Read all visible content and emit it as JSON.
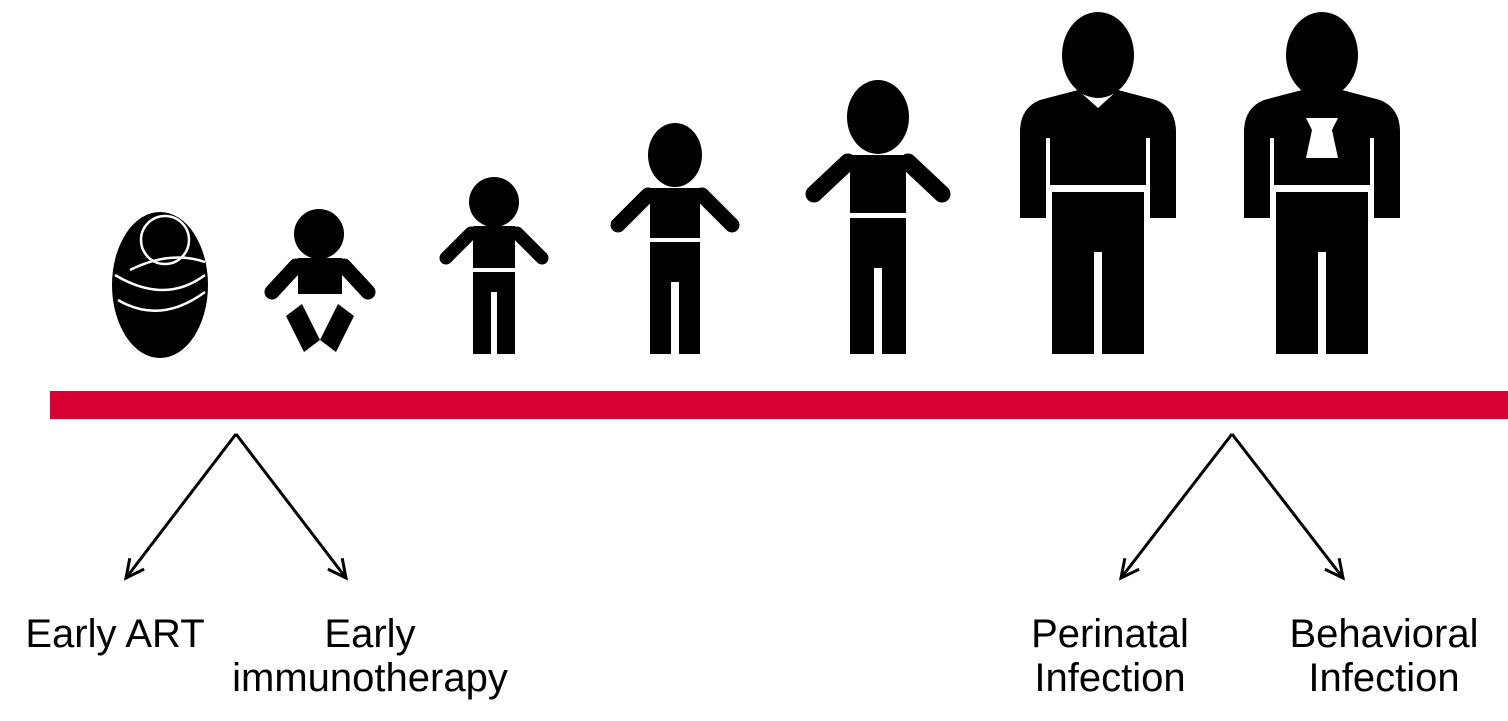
{
  "colors": {
    "timeline": "#d90033",
    "figures": "#000000",
    "background": "#ffffff"
  },
  "figures": [
    {
      "name": "swaddled-newborn-icon"
    },
    {
      "name": "baby-icon"
    },
    {
      "name": "toddler-icon"
    },
    {
      "name": "child-icon"
    },
    {
      "name": "teen-icon"
    },
    {
      "name": "adult-man-icon"
    },
    {
      "name": "adult-man-tie-icon"
    }
  ],
  "labels": {
    "early_art": "Early ART",
    "early_immuno_1": "Early",
    "early_immuno_2": "immunotherapy",
    "perinatal_1": "Perinatal",
    "perinatal_2": "Infection",
    "behavioral_1": "Behavioral",
    "behavioral_2": "Infection"
  }
}
